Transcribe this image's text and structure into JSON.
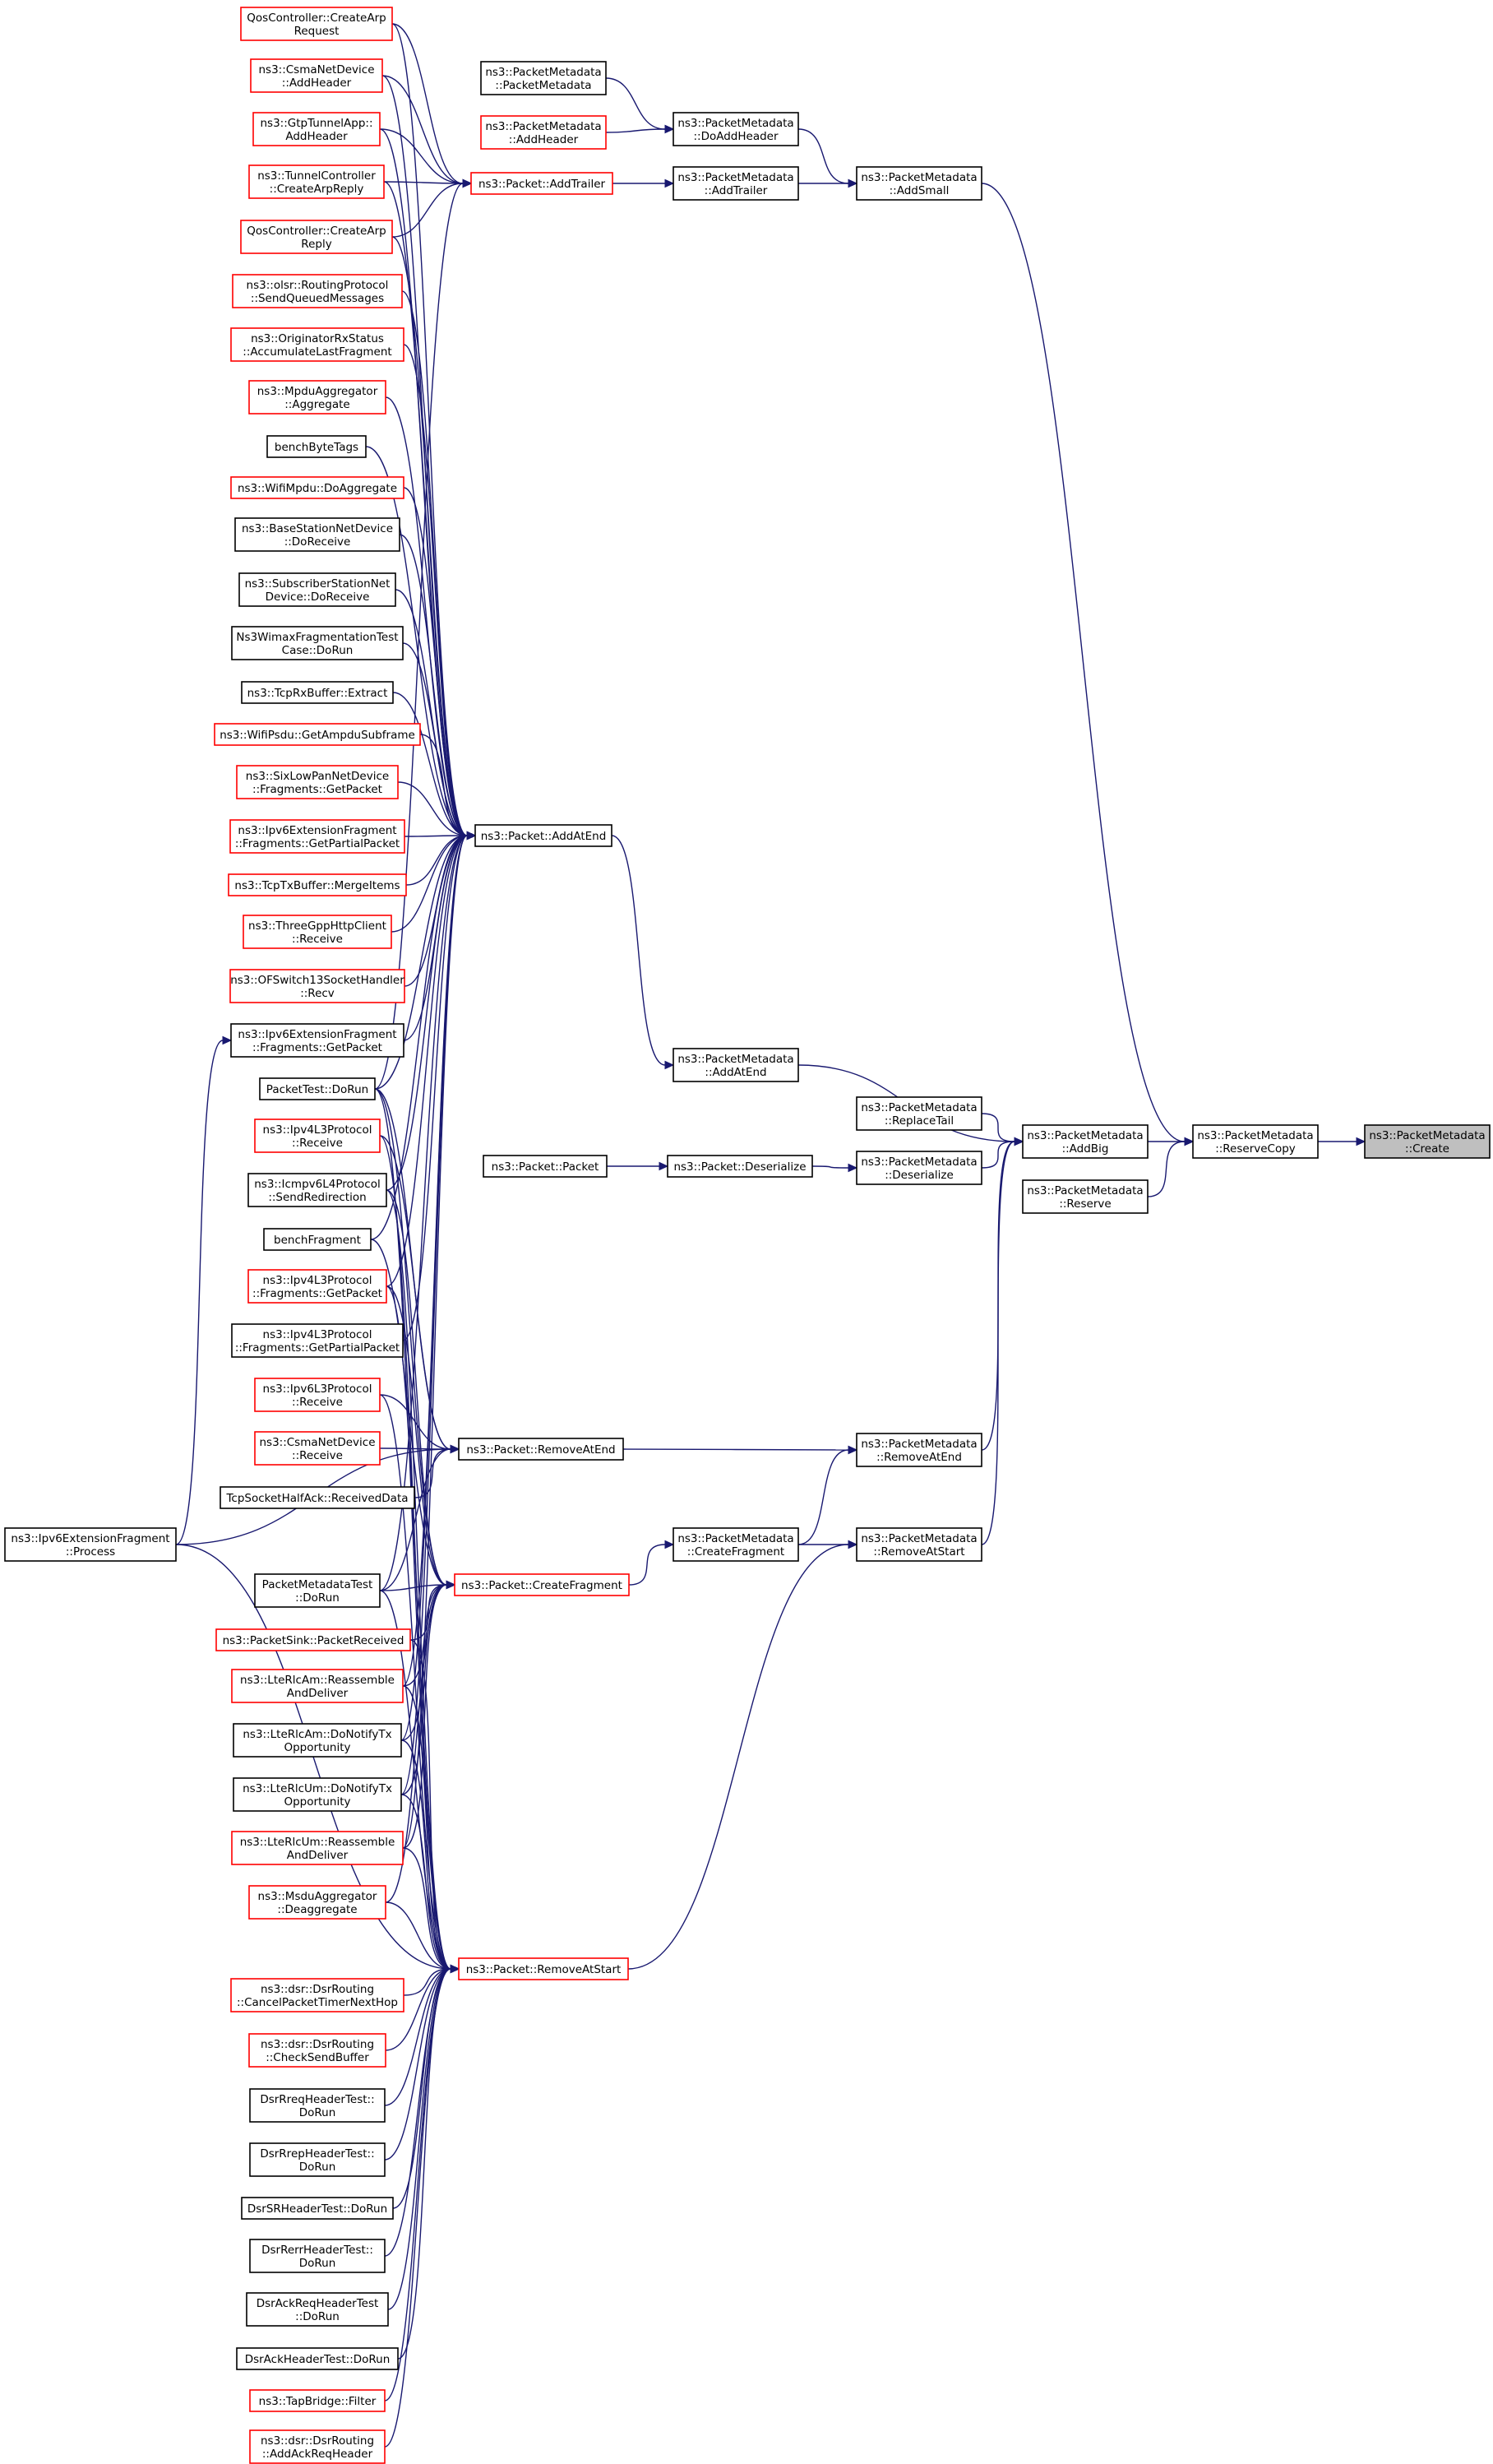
{
  "graph": {
    "colors": {
      "edge": "#191970",
      "border_default": "#000000",
      "border_truncated": "#ff0000",
      "current_fill": "#bfbfbf"
    },
    "nodes": [
      {
        "id": "create",
        "style": "current",
        "lines": [
          "ns3::PacketMetadata",
          "::Create"
        ]
      },
      {
        "id": "reservecopy",
        "style": "black",
        "lines": [
          "ns3::PacketMetadata",
          "::ReserveCopy"
        ]
      },
      {
        "id": "addsmall",
        "style": "black",
        "lines": [
          "ns3::PacketMetadata",
          "::AddSmall"
        ]
      },
      {
        "id": "addbig",
        "style": "black",
        "lines": [
          "ns3::PacketMetadata",
          "::AddBig"
        ]
      },
      {
        "id": "reserve",
        "style": "black",
        "lines": [
          "ns3::PacketMetadata",
          "::Reserve"
        ]
      },
      {
        "id": "pm_pm",
        "style": "black",
        "lines": [
          "ns3::PacketMetadata",
          "::PacketMetadata"
        ]
      },
      {
        "id": "pm_doaddheader",
        "style": "black",
        "lines": [
          "ns3::PacketMetadata",
          "::DoAddHeader"
        ]
      },
      {
        "id": "pm_addheader",
        "style": "red",
        "lines": [
          "ns3::PacketMetadata",
          "::AddHeader"
        ]
      },
      {
        "id": "pm_addtrailer",
        "style": "black",
        "lines": [
          "ns3::PacketMetadata",
          "::AddTrailer"
        ]
      },
      {
        "id": "p_addtrailer",
        "style": "red",
        "lines": [
          "ns3::Packet::AddTrailer"
        ]
      },
      {
        "id": "pm_addatend",
        "style": "black",
        "lines": [
          "ns3::PacketMetadata",
          "::AddAtEnd"
        ]
      },
      {
        "id": "pm_replacetail",
        "style": "black",
        "lines": [
          "ns3::PacketMetadata",
          "::ReplaceTail"
        ]
      },
      {
        "id": "pm_deserialize",
        "style": "black",
        "lines": [
          "ns3::PacketMetadata",
          "::Deserialize"
        ]
      },
      {
        "id": "p_deserialize",
        "style": "black",
        "lines": [
          "ns3::Packet::Deserialize"
        ]
      },
      {
        "id": "p_packet",
        "style": "black",
        "lines": [
          "ns3::Packet::Packet"
        ]
      },
      {
        "id": "pm_removeatend",
        "style": "black",
        "lines": [
          "ns3::PacketMetadata",
          "::RemoveAtEnd"
        ]
      },
      {
        "id": "pm_removeatstart",
        "style": "black",
        "lines": [
          "ns3::PacketMetadata",
          "::RemoveAtStart"
        ]
      },
      {
        "id": "pm_createfragment",
        "style": "black",
        "lines": [
          "ns3::PacketMetadata",
          "::CreateFragment"
        ]
      },
      {
        "id": "p_addatend",
        "style": "black",
        "lines": [
          "ns3::Packet::AddAtEnd"
        ]
      },
      {
        "id": "p_removeatend",
        "style": "black",
        "lines": [
          "ns3::Packet::RemoveAtEnd"
        ]
      },
      {
        "id": "p_createfragment",
        "style": "red",
        "lines": [
          "ns3::Packet::CreateFragment"
        ]
      },
      {
        "id": "p_removeatstart",
        "style": "red",
        "lines": [
          "ns3::Packet::RemoveAtStart"
        ]
      },
      {
        "id": "qos_createarprequest",
        "style": "red",
        "lines": [
          "QosController::CreateArp",
          "Request"
        ]
      },
      {
        "id": "csma_addheader",
        "style": "red",
        "lines": [
          "ns3::CsmaNetDevice",
          "::AddHeader"
        ]
      },
      {
        "id": "gtp_addheader",
        "style": "red",
        "lines": [
          "ns3::GtpTunnelApp::",
          "AddHeader"
        ]
      },
      {
        "id": "tunnel_createarpreply",
        "style": "red",
        "lines": [
          "ns3::TunnelController",
          "::CreateArpReply"
        ]
      },
      {
        "id": "qos_createarpreply",
        "style": "red",
        "lines": [
          "QosController::CreateArp",
          "Reply"
        ]
      },
      {
        "id": "olsr_sendqueued",
        "style": "red",
        "lines": [
          "ns3::olsr::RoutingProtocol",
          "::SendQueuedMessages"
        ]
      },
      {
        "id": "originator_accumulate",
        "style": "red",
        "lines": [
          "ns3::OriginatorRxStatus",
          "::AccumulateLastFragment"
        ]
      },
      {
        "id": "mpdu_aggregate",
        "style": "red",
        "lines": [
          "ns3::MpduAggregator",
          "::Aggregate"
        ]
      },
      {
        "id": "benchbytetags",
        "style": "black",
        "lines": [
          "benchByteTags"
        ]
      },
      {
        "id": "wifimpdu_doaggregate",
        "style": "red",
        "lines": [
          "ns3::WifiMpdu::DoAggregate"
        ]
      },
      {
        "id": "bsnd_doreceive",
        "style": "black",
        "lines": [
          "ns3::BaseStationNetDevice",
          "::DoReceive"
        ]
      },
      {
        "id": "ssnd_doreceive",
        "style": "black",
        "lines": [
          "ns3::SubscriberStationNet",
          "Device::DoReceive"
        ]
      },
      {
        "id": "wimaxfrag_dorun",
        "style": "black",
        "lines": [
          "Ns3WimaxFragmentationTest",
          "Case::DoRun"
        ]
      },
      {
        "id": "tcprx_extract",
        "style": "black",
        "lines": [
          "ns3::TcpRxBuffer::Extract"
        ]
      },
      {
        "id": "wifipsdu_getampdu",
        "style": "red",
        "lines": [
          "ns3::WifiPsdu::GetAmpduSubframe"
        ]
      },
      {
        "id": "sixlowpan_getpacket",
        "style": "red",
        "lines": [
          "ns3::SixLowPanNetDevice",
          "::Fragments::GetPacket"
        ]
      },
      {
        "id": "ipv6extfrag_getpartial",
        "style": "red",
        "lines": [
          "ns3::Ipv6ExtensionFragment",
          "::Fragments::GetPartialPacket"
        ]
      },
      {
        "id": "tcptx_mergeitems",
        "style": "red",
        "lines": [
          "ns3::TcpTxBuffer::MergeItems"
        ]
      },
      {
        "id": "threegpp_receive",
        "style": "red",
        "lines": [
          "ns3::ThreeGppHttpClient",
          "::Receive"
        ]
      },
      {
        "id": "ofswitch_recv",
        "style": "red",
        "lines": [
          "ns3::OFSwitch13SocketHandler",
          "::Recv"
        ]
      },
      {
        "id": "ipv6extfrag_getpacket",
        "style": "black",
        "lines": [
          "ns3::Ipv6ExtensionFragment",
          "::Fragments::GetPacket"
        ]
      },
      {
        "id": "packettest_dorun",
        "style": "black",
        "lines": [
          "PacketTest::DoRun"
        ]
      },
      {
        "id": "ipv4l3_receive",
        "style": "red",
        "lines": [
          "ns3::Ipv4L3Protocol",
          "::Receive"
        ]
      },
      {
        "id": "icmpv6_sendredirection",
        "style": "black",
        "lines": [
          "ns3::Icmpv6L4Protocol",
          "::SendRedirection"
        ]
      },
      {
        "id": "benchfragment",
        "style": "black",
        "lines": [
          "benchFragment"
        ]
      },
      {
        "id": "ipv4l3frag_getpacket",
        "style": "red",
        "lines": [
          "ns3::Ipv4L3Protocol",
          "::Fragments::GetPacket"
        ]
      },
      {
        "id": "ipv4l3frag_getpartial",
        "style": "black",
        "lines": [
          "ns3::Ipv4L3Protocol",
          "::Fragments::GetPartialPacket"
        ]
      },
      {
        "id": "ipv6l3_receive",
        "style": "red",
        "lines": [
          "ns3::Ipv6L3Protocol",
          "::Receive"
        ]
      },
      {
        "id": "csma_receive",
        "style": "red",
        "lines": [
          "ns3::CsmaNetDevice",
          "::Receive"
        ]
      },
      {
        "id": "tcphalfack_received",
        "style": "black",
        "lines": [
          "TcpSocketHalfAck::ReceivedData"
        ]
      },
      {
        "id": "ipv6extfrag_process",
        "style": "black",
        "lines": [
          "ns3::Ipv6ExtensionFragment",
          "::Process"
        ]
      },
      {
        "id": "pmtest_dorun",
        "style": "black",
        "lines": [
          "PacketMetadataTest",
          "::DoRun"
        ]
      },
      {
        "id": "packetsink_received",
        "style": "red",
        "lines": [
          "ns3::PacketSink::PacketReceived"
        ]
      },
      {
        "id": "lterlcam_reassemble",
        "style": "red",
        "lines": [
          "ns3::LteRlcAm::Reassemble",
          "AndDeliver"
        ]
      },
      {
        "id": "lterlcam_donotify",
        "style": "black",
        "lines": [
          "ns3::LteRlcAm::DoNotifyTx",
          "Opportunity"
        ]
      },
      {
        "id": "lterlcum_donotify",
        "style": "black",
        "lines": [
          "ns3::LteRlcUm::DoNotifyTx",
          "Opportunity"
        ]
      },
      {
        "id": "lterlcum_reassemble",
        "style": "red",
        "lines": [
          "ns3::LteRlcUm::Reassemble",
          "AndDeliver"
        ]
      },
      {
        "id": "msdu_deaggregate",
        "style": "red",
        "lines": [
          "ns3::MsduAggregator",
          "::Deaggregate"
        ]
      },
      {
        "id": "dsr_cancelpackettimer",
        "style": "red",
        "lines": [
          "ns3::dsr::DsrRouting",
          "::CancelPacketTimerNextHop"
        ]
      },
      {
        "id": "dsr_checksendbuffer",
        "style": "red",
        "lines": [
          "ns3::dsr::DsrRouting",
          "::CheckSendBuffer"
        ]
      },
      {
        "id": "dsrreq_dorun",
        "style": "black",
        "lines": [
          "DsrRreqHeaderTest::",
          "DoRun"
        ]
      },
      {
        "id": "dsrrep_dorun",
        "style": "black",
        "lines": [
          "DsrRrepHeaderTest::",
          "DoRun"
        ]
      },
      {
        "id": "dsrsr_dorun",
        "style": "black",
        "lines": [
          "DsrSRHeaderTest::DoRun"
        ]
      },
      {
        "id": "dsrerr_dorun",
        "style": "black",
        "lines": [
          "DsrRerrHeaderTest::",
          "DoRun"
        ]
      },
      {
        "id": "dsrackreq_dorun",
        "style": "black",
        "lines": [
          "DsrAckReqHeaderTest",
          "::DoRun"
        ]
      },
      {
        "id": "dsrack_dorun",
        "style": "black",
        "lines": [
          "DsrAckHeaderTest::DoRun"
        ]
      },
      {
        "id": "tapbridge_filter",
        "style": "red",
        "lines": [
          "ns3::TapBridge::Filter"
        ]
      },
      {
        "id": "dsr_addackreqheader",
        "style": "red",
        "lines": [
          "ns3::dsr::DsrRouting",
          "::AddAckReqHeader"
        ]
      }
    ],
    "edges": [
      [
        "reservecopy",
        "create"
      ],
      [
        "addsmall",
        "reservecopy"
      ],
      [
        "addbig",
        "reservecopy"
      ],
      [
        "reserve",
        "reservecopy"
      ],
      [
        "pm_doaddheader",
        "addsmall"
      ],
      [
        "pm_addtrailer",
        "addsmall"
      ],
      [
        "pm_pm",
        "pm_doaddheader"
      ],
      [
        "pm_addheader",
        "pm_doaddheader"
      ],
      [
        "p_addtrailer",
        "pm_addtrailer"
      ],
      [
        "pm_addatend",
        "addbig"
      ],
      [
        "pm_replacetail",
        "addbig"
      ],
      [
        "pm_deserialize",
        "addbig"
      ],
      [
        "pm_removeatend",
        "addbig"
      ],
      [
        "pm_removeatstart",
        "addbig"
      ],
      [
        "p_deserialize",
        "pm_deserialize"
      ],
      [
        "p_packet",
        "p_deserialize"
      ],
      [
        "p_addatend",
        "pm_addatend"
      ],
      [
        "p_removeatend",
        "pm_removeatend"
      ],
      [
        "pm_createfragment",
        "pm_removeatend"
      ],
      [
        "pm_createfragment",
        "pm_removeatstart"
      ],
      [
        "p_createfragment",
        "pm_createfragment"
      ],
      [
        "p_removeatstart",
        "pm_removeatstart"
      ],
      [
        "qos_createarprequest",
        "p_addtrailer"
      ],
      [
        "csma_addheader",
        "p_addtrailer"
      ],
      [
        "gtp_addheader",
        "p_addtrailer"
      ],
      [
        "tunnel_createarpreply",
        "p_addtrailer"
      ],
      [
        "qos_createarpreply",
        "p_addtrailer"
      ],
      [
        "packettest_dorun",
        "p_addtrailer"
      ],
      [
        "qos_createarprequest",
        "p_addatend"
      ],
      [
        "csma_addheader",
        "p_addatend"
      ],
      [
        "gtp_addheader",
        "p_addatend"
      ],
      [
        "tunnel_createarpreply",
        "p_addatend"
      ],
      [
        "qos_createarpreply",
        "p_addatend"
      ],
      [
        "olsr_sendqueued",
        "p_addatend"
      ],
      [
        "originator_accumulate",
        "p_addatend"
      ],
      [
        "mpdu_aggregate",
        "p_addatend"
      ],
      [
        "benchbytetags",
        "p_addatend"
      ],
      [
        "wifimpdu_doaggregate",
        "p_addatend"
      ],
      [
        "bsnd_doreceive",
        "p_addatend"
      ],
      [
        "ssnd_doreceive",
        "p_addatend"
      ],
      [
        "wimaxfrag_dorun",
        "p_addatend"
      ],
      [
        "tcprx_extract",
        "p_addatend"
      ],
      [
        "wifipsdu_getampdu",
        "p_addatend"
      ],
      [
        "sixlowpan_getpacket",
        "p_addatend"
      ],
      [
        "ipv6extfrag_getpartial",
        "p_addatend"
      ],
      [
        "tcptx_mergeitems",
        "p_addatend"
      ],
      [
        "threegpp_receive",
        "p_addatend"
      ],
      [
        "ofswitch_recv",
        "p_addatend"
      ],
      [
        "ipv6extfrag_getpacket",
        "p_addatend"
      ],
      [
        "packettest_dorun",
        "p_addatend"
      ],
      [
        "icmpv6_sendredirection",
        "p_addatend"
      ],
      [
        "benchfragment",
        "p_addatend"
      ],
      [
        "ipv4l3frag_getpacket",
        "p_addatend"
      ],
      [
        "ipv4l3frag_getpartial",
        "p_addatend"
      ],
      [
        "pmtest_dorun",
        "p_addatend"
      ],
      [
        "lterlcam_reassemble",
        "p_addatend"
      ],
      [
        "lterlcam_donotify",
        "p_addatend"
      ],
      [
        "lterlcum_donotify",
        "p_addatend"
      ],
      [
        "lterlcum_reassemble",
        "p_addatend"
      ],
      [
        "packettest_dorun",
        "p_removeatend"
      ],
      [
        "ipv4l3_receive",
        "p_removeatend"
      ],
      [
        "ipv6l3_receive",
        "p_removeatend"
      ],
      [
        "csma_receive",
        "p_removeatend"
      ],
      [
        "tcphalfack_received",
        "p_removeatend"
      ],
      [
        "ipv6extfrag_process",
        "p_removeatend"
      ],
      [
        "pmtest_dorun",
        "p_removeatend"
      ],
      [
        "packettest_dorun",
        "p_createfragment"
      ],
      [
        "icmpv6_sendredirection",
        "p_createfragment"
      ],
      [
        "benchfragment",
        "p_createfragment"
      ],
      [
        "ipv4l3frag_getpacket",
        "p_createfragment"
      ],
      [
        "pmtest_dorun",
        "p_createfragment"
      ],
      [
        "packetsink_received",
        "p_createfragment"
      ],
      [
        "lterlcam_reassemble",
        "p_createfragment"
      ],
      [
        "lterlcam_donotify",
        "p_createfragment"
      ],
      [
        "lterlcum_donotify",
        "p_createfragment"
      ],
      [
        "lterlcum_reassemble",
        "p_createfragment"
      ],
      [
        "msdu_deaggregate",
        "p_createfragment"
      ],
      [
        "ipv6extfrag_process",
        "ipv6extfrag_getpacket"
      ],
      [
        "ipv6extfrag_process",
        "p_removeatstart"
      ],
      [
        "packettest_dorun",
        "p_removeatstart"
      ],
      [
        "ipv4l3_receive",
        "p_removeatstart"
      ],
      [
        "icmpv6_sendredirection",
        "p_removeatstart"
      ],
      [
        "ipv4l3frag_getpacket",
        "p_removeatstart"
      ],
      [
        "ipv6l3_receive",
        "p_removeatstart"
      ],
      [
        "pmtest_dorun",
        "p_removeatstart"
      ],
      [
        "packetsink_received",
        "p_removeatstart"
      ],
      [
        "lterlcam_reassemble",
        "p_removeatstart"
      ],
      [
        "lterlcam_donotify",
        "p_removeatstart"
      ],
      [
        "lterlcum_donotify",
        "p_removeatstart"
      ],
      [
        "lterlcum_reassemble",
        "p_removeatstart"
      ],
      [
        "msdu_deaggregate",
        "p_removeatstart"
      ],
      [
        "dsr_cancelpackettimer",
        "p_removeatstart"
      ],
      [
        "dsr_checksendbuffer",
        "p_removeatstart"
      ],
      [
        "dsrreq_dorun",
        "p_removeatstart"
      ],
      [
        "dsrrep_dorun",
        "p_removeatstart"
      ],
      [
        "dsrsr_dorun",
        "p_removeatstart"
      ],
      [
        "dsrerr_dorun",
        "p_removeatstart"
      ],
      [
        "dsrackreq_dorun",
        "p_removeatstart"
      ],
      [
        "dsrack_dorun",
        "p_removeatstart"
      ],
      [
        "tapbridge_filter",
        "p_removeatstart"
      ],
      [
        "dsr_addackreqheader",
        "p_removeatstart"
      ]
    ]
  }
}
